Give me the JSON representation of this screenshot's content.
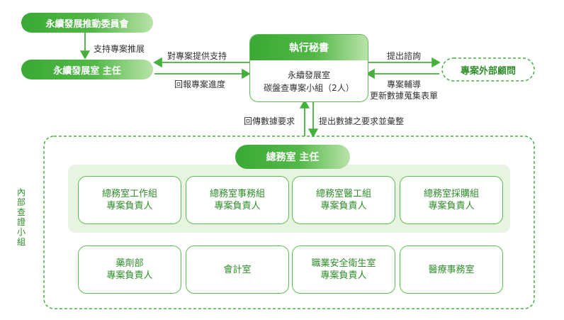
{
  "committee": "永續發展推動委員會",
  "support_label": "支持專案推展",
  "director": "永續發展室 主任",
  "to_secretary_label": "對專案提供支持",
  "report_label": "回報專案進度",
  "secretary": {
    "title": "執行秘書",
    "line1": "永續發展室",
    "line2": "碳盤查專案小組（2人）"
  },
  "consult_label": "提出諮詢",
  "consultant_reply": {
    "line1": "專案輔導",
    "line2": "更新數據蒐集表單"
  },
  "consultant": "專案外部顧問",
  "return_label": "回傳數據要求",
  "request_label": "提出數據之要求並彙整",
  "group_label": [
    "內",
    "部",
    "查",
    "證",
    "小",
    "組"
  ],
  "general_director": "總務室 主任",
  "boxes": [
    {
      "line1": "總務室工作組",
      "line2": "專案負責人"
    },
    {
      "line1": "總務室事務組",
      "line2": "專案負責人"
    },
    {
      "line1": "總務室醫工組",
      "line2": "專案負責人"
    },
    {
      "line1": "總務室採購組",
      "line2": "專案負責人"
    },
    {
      "line1": "藥劑部",
      "line2": "專案負責人"
    },
    {
      "line1": "會計室",
      "line2": ""
    },
    {
      "line1": "職業安全衛生室",
      "line2": "專案負責人"
    },
    {
      "line1": "醫療事務室",
      "line2": ""
    }
  ],
  "colors": {
    "green": "#3aa935",
    "light_green": "#b9e3a9",
    "panel": "#e8f4e2",
    "text_green": "#2f8d2a"
  }
}
